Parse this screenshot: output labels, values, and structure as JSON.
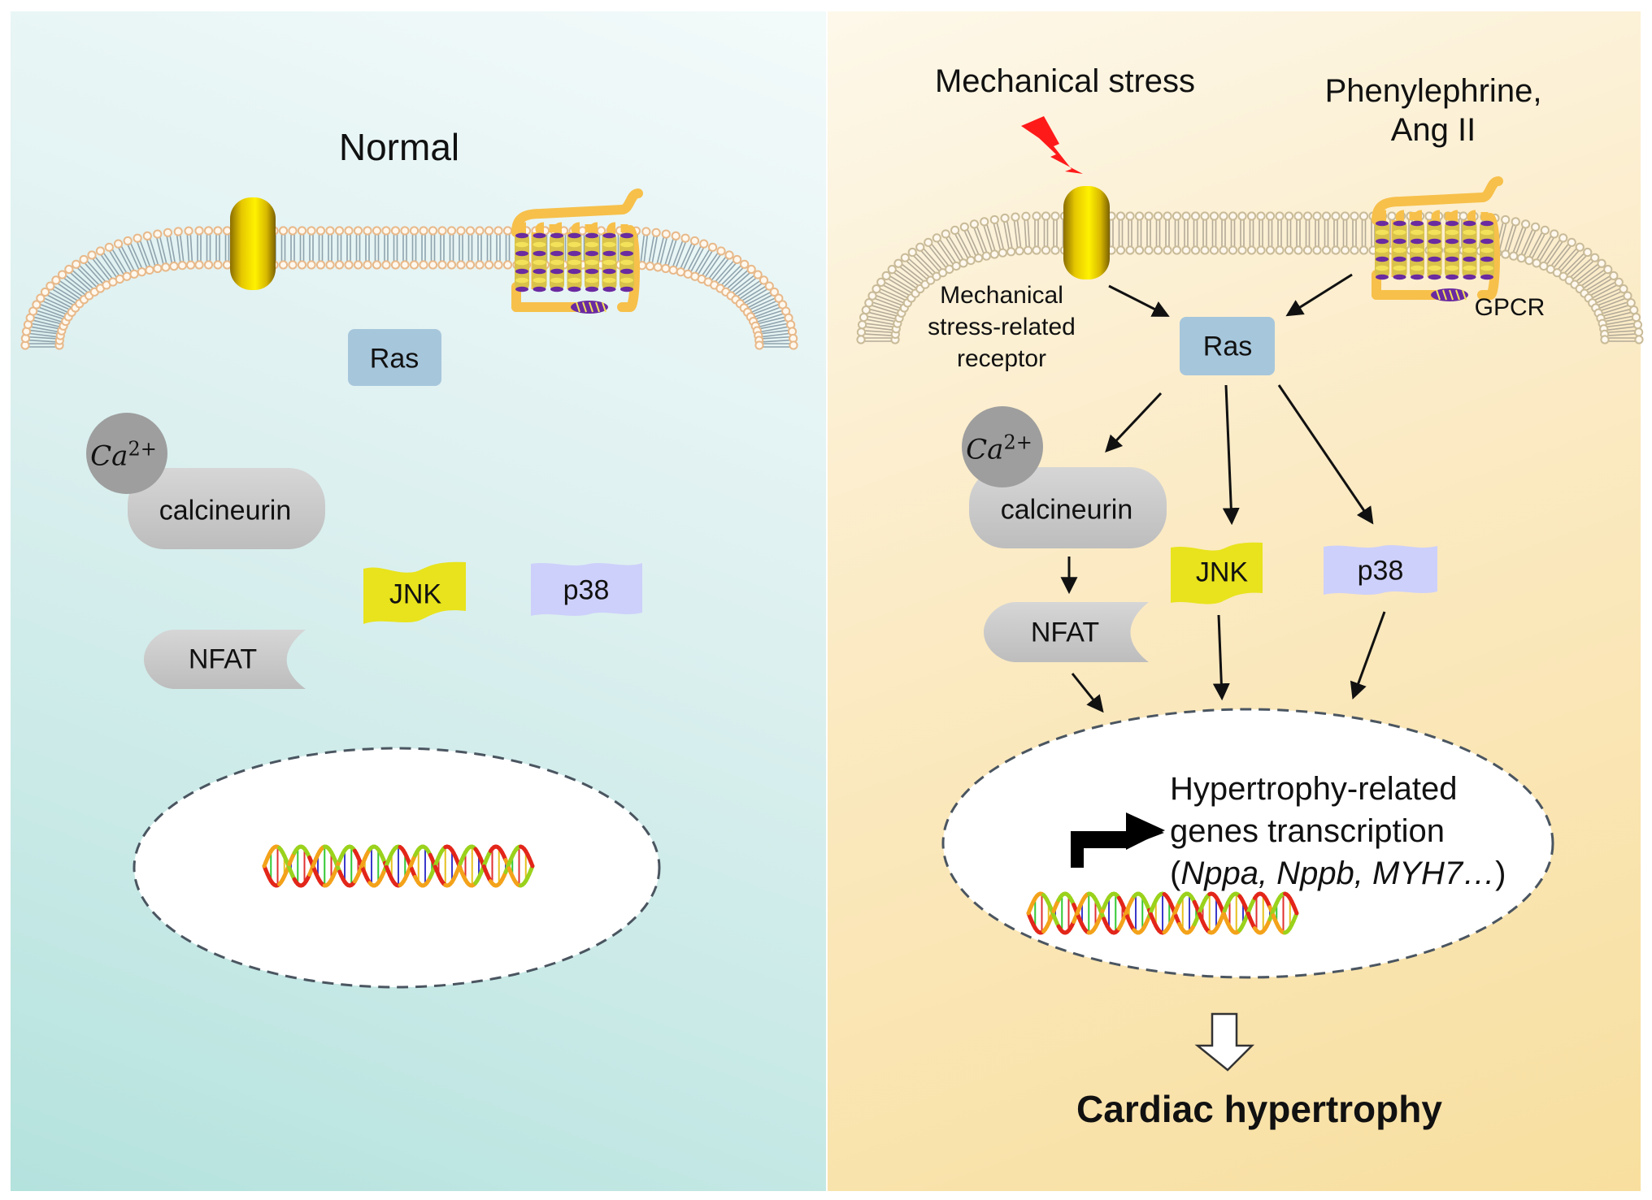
{
  "figure": {
    "panels": [
      {
        "id": "normal",
        "title": "Normal",
        "background": [
          "#f3fafa",
          "#b4e2dd"
        ],
        "membrane": {
          "lipid_head_color": "#e8b98a",
          "lipid_tail_color": "#8fa3ad"
        },
        "nodes": {
          "ras": "Ras",
          "calcium": {
            "base": "Ca",
            "superscript": "2+"
          },
          "calcineurin": "calcineurin",
          "jnk": "JNK",
          "p38": "p38",
          "nfat": "NFAT"
        },
        "nucleus": {
          "contains": "dna-helix"
        }
      },
      {
        "id": "hypertrophy",
        "stimuli": {
          "mechanical": "Mechanical stress",
          "agonists_line1": "Phenylephrine,",
          "agonists_line2": "Ang II"
        },
        "background": [
          "#fdf8ea",
          "#f8df9f"
        ],
        "membrane": {
          "lipid_head_color": "#c9bb98",
          "lipid_tail_color": "#b3aa98"
        },
        "receptor_labels": {
          "mechanical_line1": "Mechanical",
          "mechanical_line2": "stress-related",
          "mechanical_line3": "receptor",
          "gpcr": "GPCR"
        },
        "nodes": {
          "ras": "Ras",
          "calcium": {
            "base": "Ca",
            "superscript": "2+"
          },
          "calcineurin": "calcineurin",
          "jnk": "JNK",
          "p38": "p38",
          "nfat": "NFAT"
        },
        "edges": [
          {
            "from": "mechanical-receptor",
            "to": "ras"
          },
          {
            "from": "gpcr",
            "to": "ras"
          },
          {
            "from": "ras",
            "to": "calcineurin"
          },
          {
            "from": "ras",
            "to": "jnk"
          },
          {
            "from": "ras",
            "to": "p38"
          },
          {
            "from": "calcineurin",
            "to": "nfat"
          },
          {
            "from": "nfat",
            "to": "nucleus"
          },
          {
            "from": "jnk",
            "to": "nucleus"
          },
          {
            "from": "p38",
            "to": "nucleus"
          },
          {
            "from": "nucleus",
            "to": "outcome"
          }
        ],
        "nucleus": {
          "text_line1": "Hypertrophy-related",
          "text_line2": "genes transcription",
          "genes_open": "(",
          "genes_italic": "Nppa, Nppb, MYH7…",
          "genes_close": ")"
        },
        "outcome": "Cardiac hypertrophy"
      }
    ],
    "colors": {
      "ras": "#a6c6db",
      "calcium": "#9e9e9e",
      "calcineurin": "#c9c9c9",
      "jnk": "#e8e31c",
      "p38": "#cdd0fa",
      "nfat": "#c9c9c9",
      "channel": "#e2c800",
      "gpcr_loop": "#f7c04a",
      "gpcr_helix": "#6a2aa0",
      "lightning": "#ff1a1a",
      "arrow": "#111111",
      "nucleus_border": "#4a5560"
    }
  }
}
